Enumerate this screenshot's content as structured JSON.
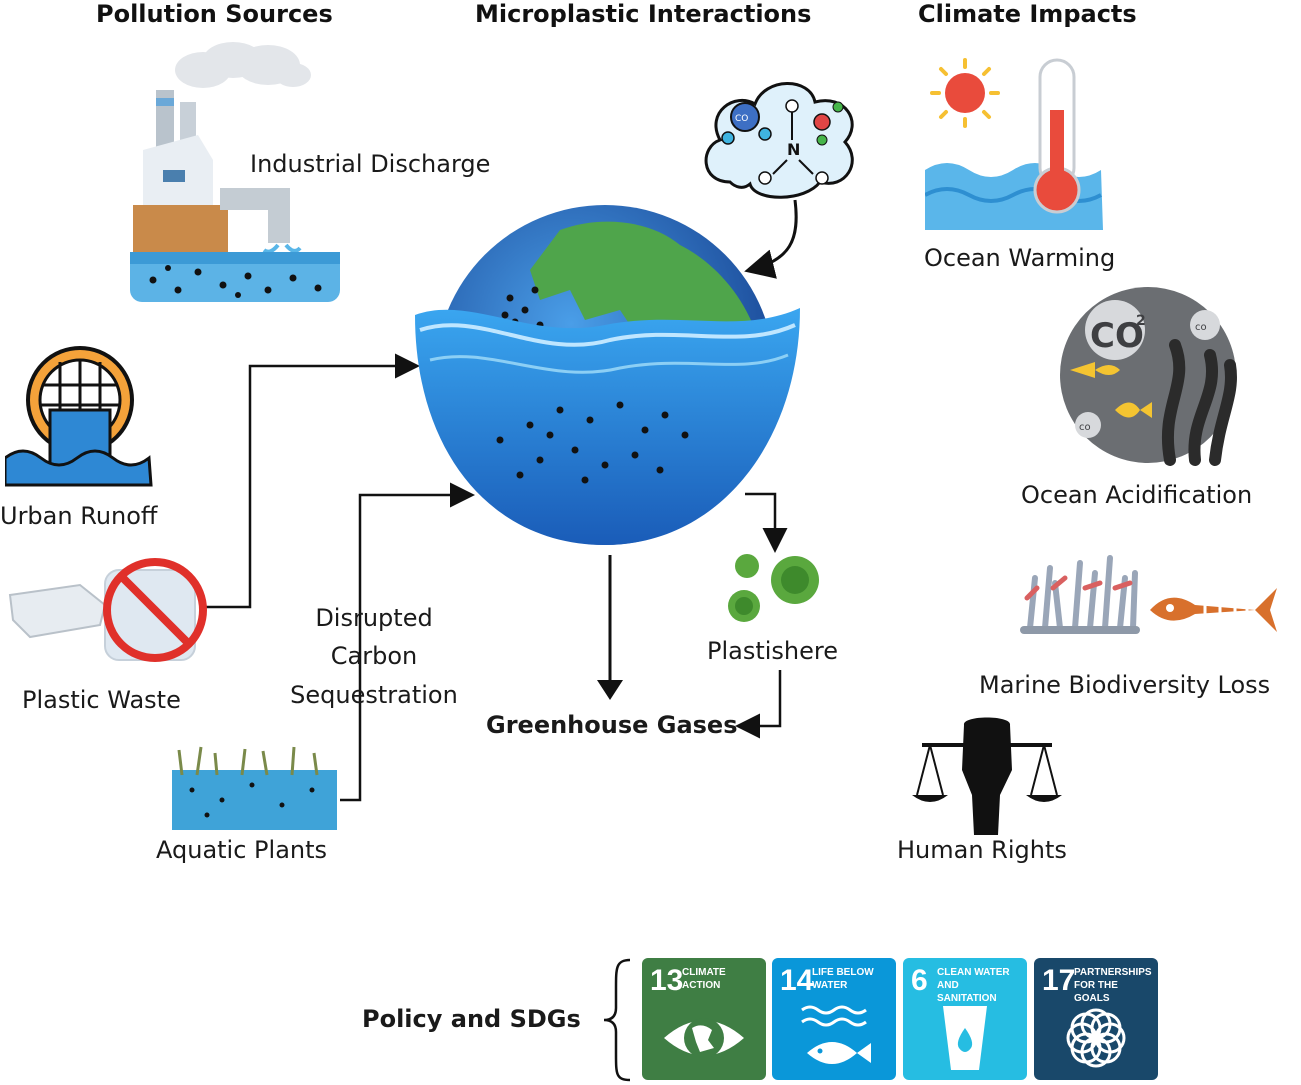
{
  "headers": {
    "pollution_sources": "Pollution Sources",
    "microplastic_interactions": "Microplastic Interactions",
    "climate_impacts": "Climate Impacts"
  },
  "sources": {
    "industrial_discharge": "Industrial Discharge",
    "urban_runoff": "Urban Runoff",
    "plastic_waste": "Plastic Waste",
    "aquatic_plants": "Aquatic Plants"
  },
  "interactions": {
    "disrupted_line1": "Disrupted",
    "disrupted_line2": "Carbon",
    "disrupted_line3": "Sequestration",
    "plastisphere": "Plastishere",
    "greenhouse_gases": "Greenhouse Gases",
    "co2_formula": "CO",
    "co2_subscript": "2"
  },
  "impacts": {
    "ocean_warming": "Ocean Warming",
    "ocean_acidification": "Ocean Acidification",
    "marine_biodiversity_loss": "Marine Biodiversity Loss",
    "human_rights": "Human Rights",
    "co2_big": "CO",
    "co2_big_sup": "2",
    "co2_small": "co"
  },
  "policy": {
    "label": "Policy and SDGs",
    "sdgs": [
      {
        "number": "13",
        "title": "Climate Action",
        "color": "#3f7e44"
      },
      {
        "number": "14",
        "title": "Life Below Water",
        "color": "#0a97d9"
      },
      {
        "number": "6",
        "title": "Clean Water and Sanitation",
        "color": "#26bde2"
      },
      {
        "number": "17",
        "title": "Partnerships for the Goals",
        "color": "#19486a"
      }
    ]
  }
}
